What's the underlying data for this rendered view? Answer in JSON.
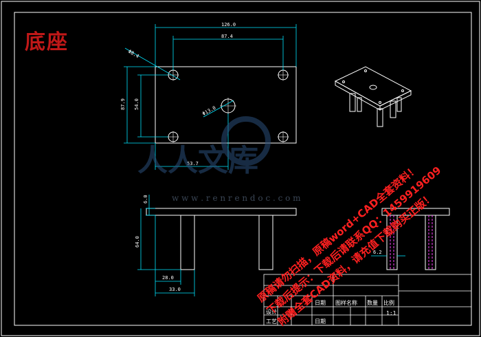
{
  "drawing": {
    "title": "底座",
    "title_block": {
      "scale": "1:1",
      "labels": [
        "图样名称",
        "数量",
        "比例",
        "日期",
        "日期",
        "设计",
        "工艺"
      ]
    },
    "dimensions": {
      "top_width": "126.0",
      "hole_pitch": "87.4",
      "hole_dia": "Φ8.4",
      "height_outer": "87.9",
      "height_inner": "54.0",
      "center_hole": "Φ13.0",
      "bottom_offset": "53.7",
      "plate_thickness": "6.0",
      "leg_height": "64.0",
      "leg_width_small": "28.0",
      "leg_width_large": "33.0",
      "side_dim": "6.2"
    }
  },
  "watermark": {
    "logo_text": "人人文库",
    "site": "w w w . r e n r e n d o c . c o m",
    "diagonal_lines": [
      "原稿请勿扫描，原稿word+CAD全套资料！",
      "下载后提示：下载后请联系QQ：1459919609",
      "附赠全套CAD资料，请充值下载购买正版！"
    ]
  },
  "colors": {
    "background": "#000000",
    "outline": "#ffffff",
    "dimension": "#00e5ff",
    "title": "#c01818",
    "watermark_red": "#ff2020",
    "hidden": "#ff40ff"
  }
}
